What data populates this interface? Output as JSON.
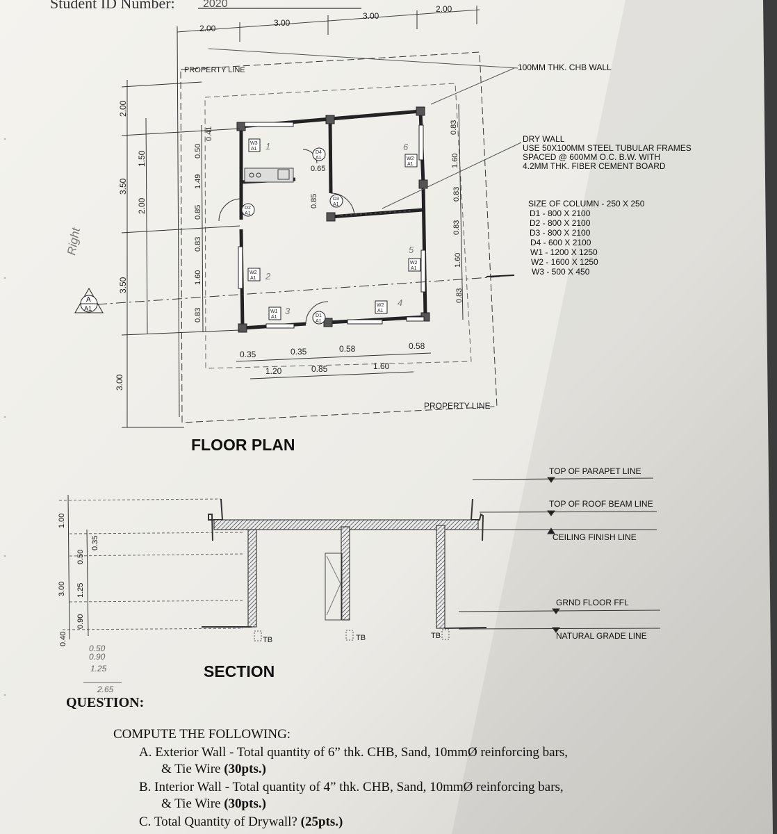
{
  "header": {
    "student_id_label": "Student ID Number:",
    "student_id_value": "2020"
  },
  "floor_plan": {
    "title": "FLOOR PLAN",
    "property_line_top": "PROPERTY LINE",
    "property_line_bottom": "PROPERTY LINE",
    "top_dims": [
      "2.00",
      "3.00",
      "3.00",
      "2.00"
    ],
    "left_dims_outer": [
      "2.00",
      "3.50",
      "3.50",
      "3.00"
    ],
    "left_dims_mid": [
      "1.50",
      "2.00"
    ],
    "left_dims_inner": [
      "0.41",
      "0.50",
      "1.49",
      "0.85",
      "0.83",
      "1.60",
      "0.83"
    ],
    "right_dims": [
      "0.83",
      "1.60",
      "0.83",
      "0.83",
      "1.60",
      "0.83"
    ],
    "bottom_dims_row1": [
      "0.35",
      "0.35",
      "0.58",
      "0.58"
    ],
    "bottom_dims_row2": [
      "1.20",
      "0.85",
      "1.60"
    ],
    "inner_dims": [
      "0.65",
      "0.85"
    ],
    "section_tag": {
      "letter": "A",
      "sheet": "A1"
    },
    "tags": [
      {
        "id": "W3",
        "sheet": "A1"
      },
      {
        "id": "D4",
        "sheet": "A1"
      },
      {
        "id": "W2",
        "sheet": "A1"
      },
      {
        "id": "D2",
        "sheet": "A1"
      },
      {
        "id": "D3",
        "sheet": "A1"
      },
      {
        "id": "W2",
        "sheet": "A1"
      },
      {
        "id": "W1",
        "sheet": "A1"
      },
      {
        "id": "D1",
        "sheet": "A1"
      },
      {
        "id": "W2",
        "sheet": "A1"
      },
      {
        "id": "W2",
        "sheet": "A1"
      }
    ]
  },
  "notes": {
    "chb_wall": "100MM THK. CHB WALL",
    "dry_wall": [
      "DRY WALL",
      "USE 50X100MM STEEL TUBULAR FRAMES",
      "SPACED @ 600MM O.C. B.W. WITH",
      "4.2MM THK. FIBER CEMENT BOARD"
    ],
    "schedule": [
      "SIZE OF COLUMN  -  250 X 250",
      "D1  -  800 X 2100",
      "D2  -  800 X 2100",
      "D3  -  800 X 2100",
      "D4  -  600 X 2100",
      "W1  -  1200 X 1250",
      "W2  -  1600 X 1250",
      "W3  -  500 X 450"
    ]
  },
  "handwritten": {
    "side_note": "Right",
    "room_numbers": [
      "1",
      "2",
      "3",
      "4",
      "5",
      "6"
    ],
    "calc": [
      "0.50",
      "0.90",
      "1.25",
      "2.65"
    ]
  },
  "section": {
    "title": "SECTION",
    "levels": [
      "TOP OF PARAPET LINE",
      "TOP OF ROOF BEAM LINE",
      "CEILING FINISH LINE",
      "GRND FLOOR FFL",
      "NATURAL GRADE LINE"
    ],
    "left_dims": [
      "1.00",
      "0.35",
      "0.50",
      "1.25",
      "0.90",
      "3.00",
      "0.40"
    ],
    "footing_label": "TB"
  },
  "question": {
    "heading": "QUESTION:",
    "intro": "COMPUTE THE FOLLOWING:",
    "items": [
      {
        "text": "A. Exterior Wall - Total quantity of 6” thk. CHB, Sand, 10mmØ reinforcing bars,",
        "cont": "& Tie Wire ",
        "pts": "(30pts.)"
      },
      {
        "text": "B. Interior Wall - Total quantity of 4” thk. CHB, Sand, 10mmØ reinforcing bars,",
        "cont": "& Tie Wire ",
        "pts": "(30pts.)"
      },
      {
        "text": "C. Total Quantity of Drywall? ",
        "cont": "",
        "pts": "(25pts.)"
      }
    ]
  }
}
